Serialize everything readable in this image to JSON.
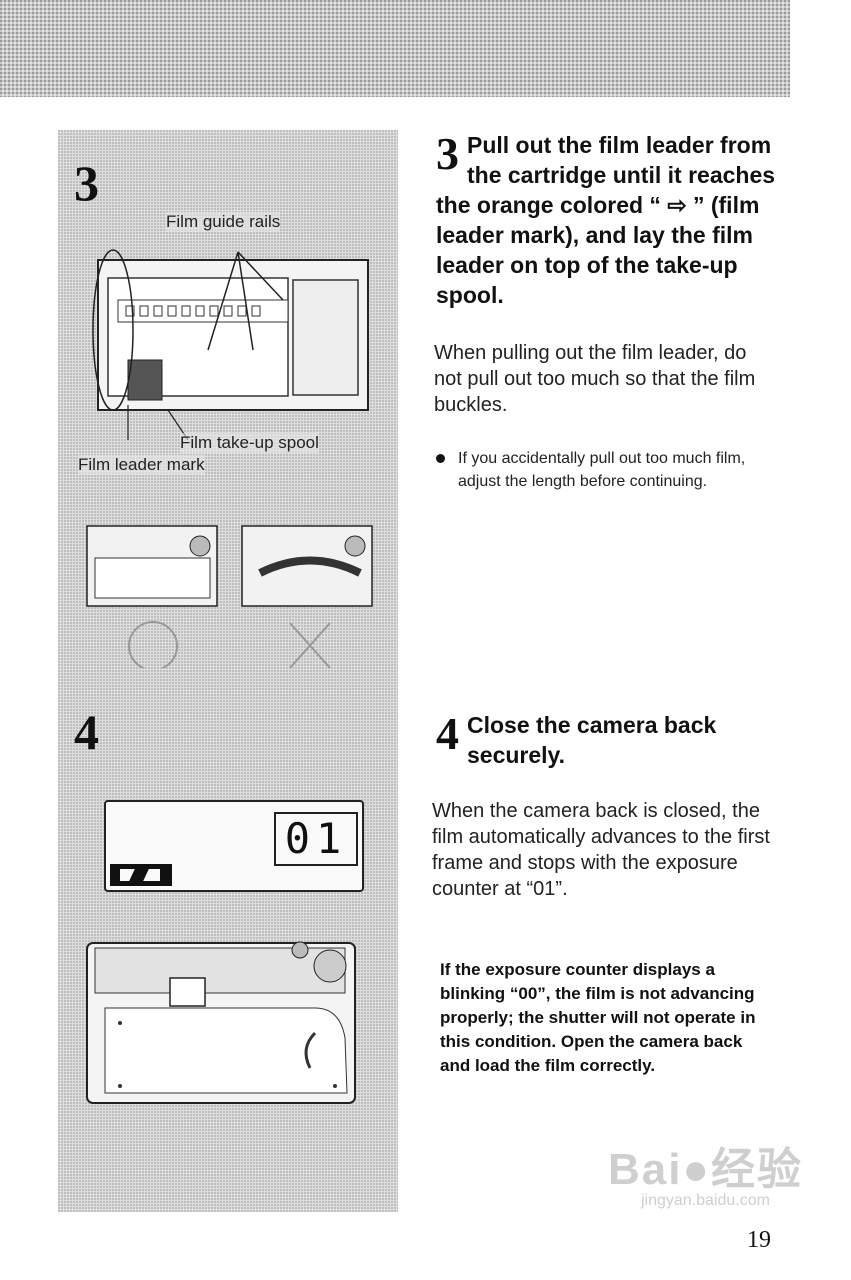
{
  "step3": {
    "figure_number": "3",
    "labels": {
      "guide_rails": "Film guide rails",
      "takeup_spool": "Film take-up spool",
      "leader_mark": "Film leader mark"
    },
    "number": "3",
    "heading": "Pull out the film leader from the cartridge until it reaches the orange colored “ ⇨ ” (film leader mark), and lay the film leader on top of the take-up spool.",
    "body": "When pulling out the film leader, do not pull out too much so that the film buckles.",
    "bullet": "If you accidentally pull out too much film, adjust the length before continuing."
  },
  "step4": {
    "figure_number": "4",
    "counter_display": "01",
    "number": "4",
    "heading": "Close the camera back securely.",
    "body": "When the camera back is closed, the film automatically advances to the first frame and stops with the exposure counter at “01”.",
    "warning": "If the exposure counter displays a blinking “00”, the film is not advancing properly; the shutter will not operate in this condition. Open the camera back and load the film correctly."
  },
  "page_number": "19",
  "watermark": {
    "brand": "Bai●经验",
    "url": "jingyan.baidu.com"
  }
}
